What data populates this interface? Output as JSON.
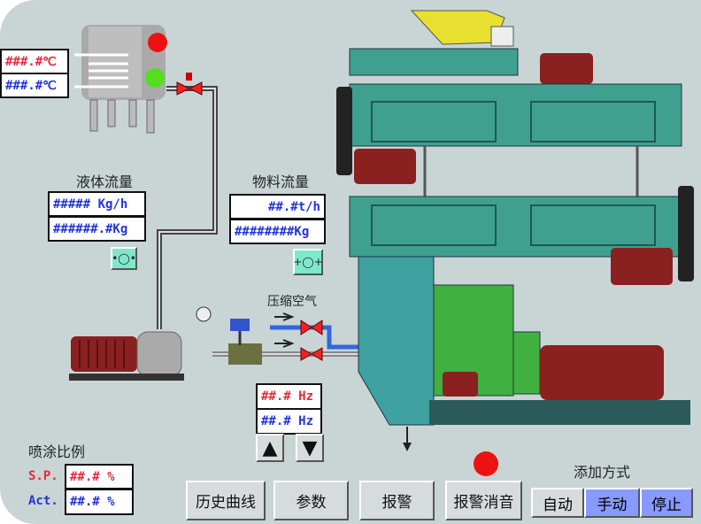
{
  "tank_temps": {
    "temp_sp": "###.#℃",
    "temp_act": "###.#℃"
  },
  "liquid_flow": {
    "label": "液体流量",
    "rate": "##### Kg/h",
    "total": "######.#Kg",
    "icon": "flowmeter-icon"
  },
  "material_flow": {
    "label": "物料流量",
    "rate": "##.#t/h",
    "total": "########Kg",
    "icon": "flowmeter-icon"
  },
  "compressed_air_label": "压缩空气",
  "frequency": {
    "setpoint": "##.# Hz",
    "actual": "##.# Hz",
    "up_icon": "arrow-up-icon",
    "down_icon": "arrow-down-icon"
  },
  "spray_ratio": {
    "label": "喷涂比例",
    "sp_label": "S.P.",
    "sp_value": "##.# %",
    "act_label": "Act.",
    "act_value": "##.# %"
  },
  "buttons": {
    "history": "历史曲线",
    "params": "参数",
    "alarm": "报警",
    "alarm_mute": "报警消音"
  },
  "add_mode": {
    "label": "添加方式",
    "auto": "自动",
    "manual": "手动",
    "stop": "停止"
  },
  "colors": {
    "background": "#c9d5d5",
    "machine_green": "#3fa090",
    "motor": "#8a2020",
    "active_mode": "#8899ff",
    "alarm_lamp": "#ee1111"
  }
}
